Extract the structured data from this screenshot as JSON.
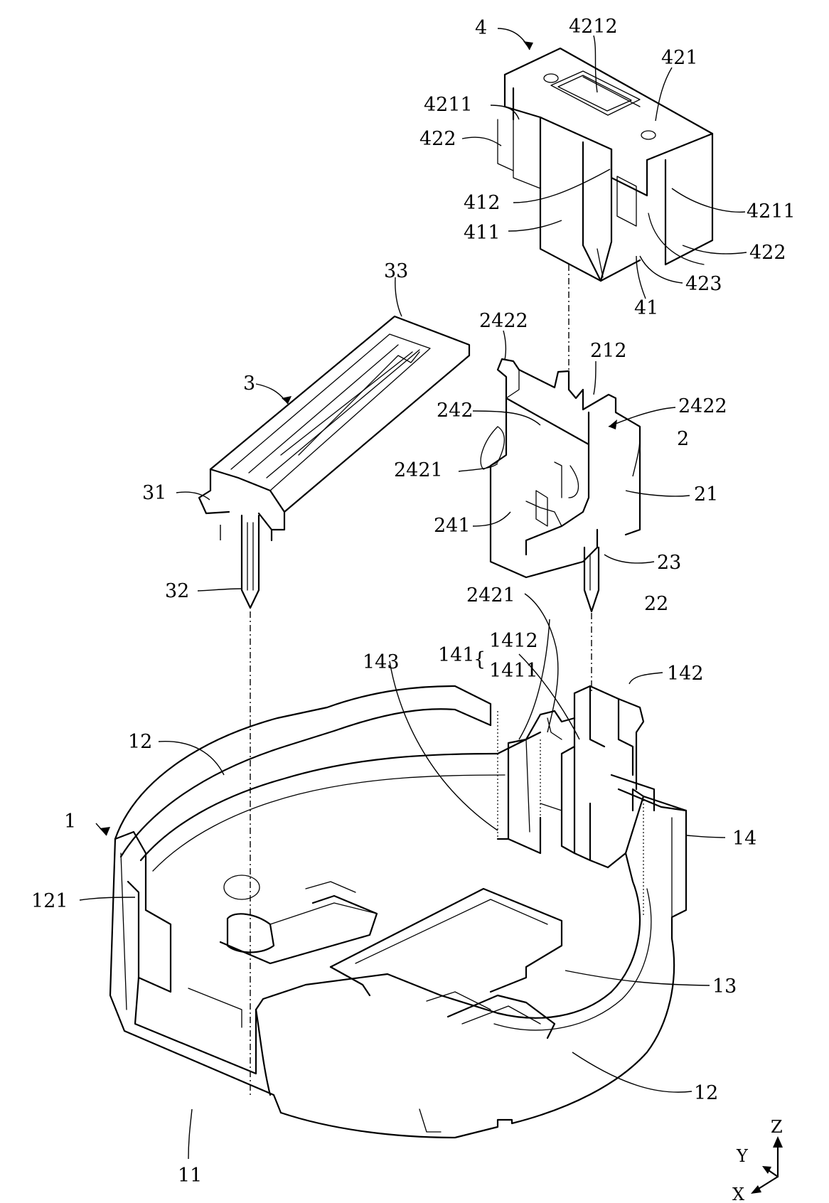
{
  "labels": {
    "l4": "4",
    "l4212": "4212",
    "l421": "421",
    "l4211a": "4211",
    "l422a": "422",
    "l412": "412",
    "l411": "411",
    "l4211b": "4211",
    "l422b": "422",
    "l423": "423",
    "l41": "41",
    "l33": "33",
    "l3": "3",
    "l31": "31",
    "l32": "32",
    "l2422a": "2422",
    "l212": "212",
    "l2422b": "2422",
    "l242": "242",
    "l2": "2",
    "l2421a": "2421",
    "l21": "21",
    "l241": "241",
    "l23": "23",
    "l2421b": "2421",
    "l22": "22",
    "l1412": "1412",
    "l141": "141",
    "l1411": "1411",
    "l143": "143",
    "l142": "142",
    "l12a": "12",
    "l1": "1",
    "l14": "14",
    "l121": "121",
    "l13": "13",
    "l12b": "12",
    "l11": "11"
  },
  "axes": {
    "z": "Z",
    "y": "Y",
    "x": "X"
  }
}
